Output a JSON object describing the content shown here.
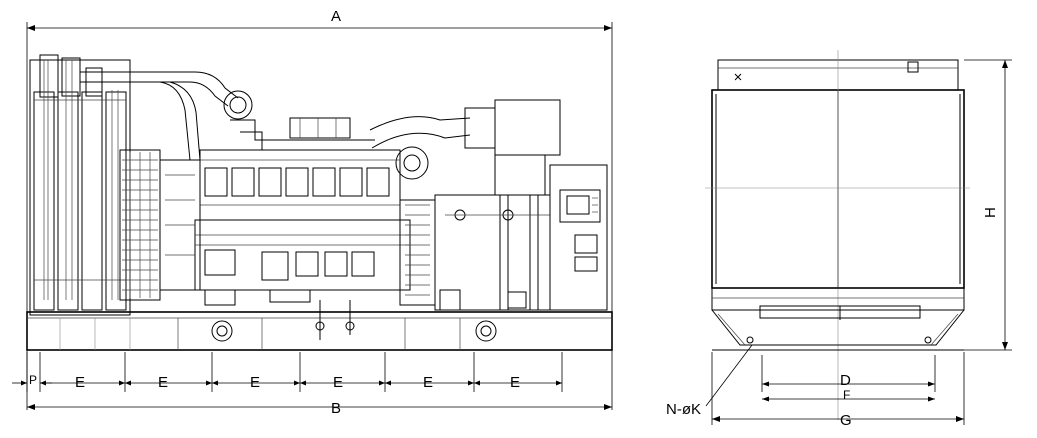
{
  "labels": {
    "A": "A",
    "B": "B",
    "E": "E",
    "P": "P",
    "D": "D",
    "F": "F",
    "G": "G",
    "H": "H",
    "NK": "N-øK"
  }
}
